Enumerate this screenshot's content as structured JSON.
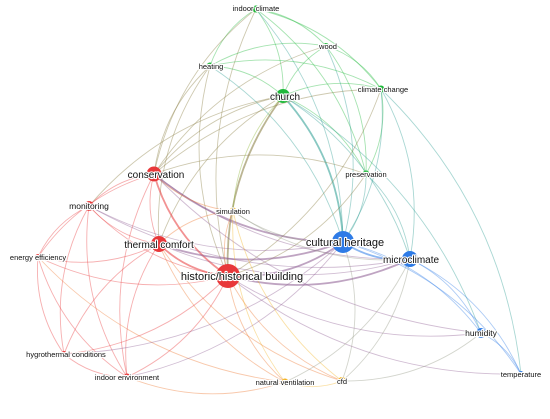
{
  "network": {
    "nodes": [
      {
        "id": "indoor-climate",
        "label": "indoor climate",
        "cluster": "green"
      },
      {
        "id": "wood",
        "label": "wood",
        "cluster": "green"
      },
      {
        "id": "heating",
        "label": "heating",
        "cluster": "green"
      },
      {
        "id": "church",
        "label": "church",
        "cluster": "green"
      },
      {
        "id": "climate-change",
        "label": "climate change",
        "cluster": "green"
      },
      {
        "id": "preservation",
        "label": "preservation",
        "cluster": "green"
      },
      {
        "id": "conservation",
        "label": "conservation",
        "cluster": "red"
      },
      {
        "id": "monitoring",
        "label": "monitoring",
        "cluster": "red"
      },
      {
        "id": "energy-efficiency",
        "label": "energy efficiency",
        "cluster": "red"
      },
      {
        "id": "thermal-comfort",
        "label": "thermal comfort",
        "cluster": "red"
      },
      {
        "id": "historic-building",
        "label": "historic/historical building",
        "cluster": "red"
      },
      {
        "id": "hygrothermal-conditions",
        "label": "hygrothermal conditions",
        "cluster": "red"
      },
      {
        "id": "indoor-environment",
        "label": "indoor environment",
        "cluster": "red"
      },
      {
        "id": "simulation",
        "label": "simulation",
        "cluster": "yellow"
      },
      {
        "id": "natural-ventilation",
        "label": "natural ventilation",
        "cluster": "yellow"
      },
      {
        "id": "cfd",
        "label": "cfd",
        "cluster": "yellow"
      },
      {
        "id": "cultural-heritage",
        "label": "cultural heritage",
        "cluster": "blue"
      },
      {
        "id": "microclimate",
        "label": "microclimate",
        "cluster": "blue"
      },
      {
        "id": "humidity",
        "label": "humidity",
        "cluster": "blue"
      },
      {
        "id": "temperature",
        "label": "temperature",
        "cluster": "blue"
      }
    ],
    "edges": [
      [
        "indoor-climate",
        "church"
      ],
      [
        "indoor-climate",
        "heating"
      ],
      [
        "indoor-climate",
        "wood"
      ],
      [
        "indoor-climate",
        "climate-change"
      ],
      [
        "indoor-climate",
        "conservation"
      ],
      [
        "indoor-climate",
        "cultural-heritage"
      ],
      [
        "indoor-climate",
        "historic-building"
      ],
      [
        "indoor-climate",
        "preservation"
      ],
      [
        "wood",
        "church"
      ],
      [
        "wood",
        "climate-change"
      ],
      [
        "wood",
        "heating"
      ],
      [
        "wood",
        "cultural-heritage"
      ],
      [
        "wood",
        "conservation"
      ],
      [
        "wood",
        "preservation"
      ],
      [
        "heating",
        "church"
      ],
      [
        "heating",
        "conservation"
      ],
      [
        "heating",
        "thermal-comfort"
      ],
      [
        "heating",
        "historic-building"
      ],
      [
        "heating",
        "climate-change"
      ],
      [
        "heating",
        "cultural-heritage"
      ],
      [
        "church",
        "climate-change"
      ],
      [
        "church",
        "conservation"
      ],
      [
        "church",
        "preservation"
      ],
      [
        "church",
        "cultural-heritage"
      ],
      [
        "church",
        "microclimate"
      ],
      [
        "church",
        "historic-building"
      ],
      [
        "church",
        "thermal-comfort"
      ],
      [
        "church",
        "simulation"
      ],
      [
        "church",
        "humidity"
      ],
      [
        "church",
        "monitoring"
      ],
      [
        "climate-change",
        "preservation"
      ],
      [
        "climate-change",
        "cultural-heritage"
      ],
      [
        "climate-change",
        "microclimate"
      ],
      [
        "climate-change",
        "conservation"
      ],
      [
        "climate-change",
        "historic-building"
      ],
      [
        "climate-change",
        "temperature"
      ],
      [
        "preservation",
        "cultural-heritage"
      ],
      [
        "preservation",
        "microclimate"
      ],
      [
        "preservation",
        "conservation"
      ],
      [
        "preservation",
        "historic-building"
      ],
      [
        "conservation",
        "monitoring"
      ],
      [
        "conservation",
        "thermal-comfort"
      ],
      [
        "conservation",
        "historic-building"
      ],
      [
        "conservation",
        "cultural-heritage"
      ],
      [
        "conservation",
        "microclimate"
      ],
      [
        "conservation",
        "simulation"
      ],
      [
        "conservation",
        "energy-efficiency"
      ],
      [
        "conservation",
        "indoor-environment"
      ],
      [
        "conservation",
        "humidity"
      ],
      [
        "monitoring",
        "thermal-comfort"
      ],
      [
        "monitoring",
        "historic-building"
      ],
      [
        "monitoring",
        "energy-efficiency"
      ],
      [
        "monitoring",
        "indoor-environment"
      ],
      [
        "monitoring",
        "hygrothermal-conditions"
      ],
      [
        "monitoring",
        "cultural-heritage"
      ],
      [
        "monitoring",
        "microclimate"
      ],
      [
        "energy-efficiency",
        "thermal-comfort"
      ],
      [
        "energy-efficiency",
        "historic-building"
      ],
      [
        "energy-efficiency",
        "hygrothermal-conditions"
      ],
      [
        "energy-efficiency",
        "indoor-environment"
      ],
      [
        "energy-efficiency",
        "natural-ventilation"
      ],
      [
        "thermal-comfort",
        "historic-building"
      ],
      [
        "thermal-comfort",
        "cultural-heritage"
      ],
      [
        "thermal-comfort",
        "microclimate"
      ],
      [
        "thermal-comfort",
        "simulation"
      ],
      [
        "thermal-comfort",
        "indoor-environment"
      ],
      [
        "thermal-comfort",
        "hygrothermal-conditions"
      ],
      [
        "thermal-comfort",
        "natural-ventilation"
      ],
      [
        "thermal-comfort",
        "cfd"
      ],
      [
        "historic-building",
        "cultural-heritage"
      ],
      [
        "historic-building",
        "microclimate"
      ],
      [
        "historic-building",
        "simulation"
      ],
      [
        "historic-building",
        "natural-ventilation"
      ],
      [
        "historic-building",
        "cfd"
      ],
      [
        "historic-building",
        "indoor-environment"
      ],
      [
        "historic-building",
        "hygrothermal-conditions"
      ],
      [
        "historic-building",
        "humidity"
      ],
      [
        "historic-building",
        "temperature"
      ],
      [
        "hygrothermal-conditions",
        "indoor-environment"
      ],
      [
        "hygrothermal-conditions",
        "cultural-heritage"
      ],
      [
        "indoor-environment",
        "natural-ventilation"
      ],
      [
        "indoor-environment",
        "cultural-heritage"
      ],
      [
        "simulation",
        "cfd"
      ],
      [
        "simulation",
        "natural-ventilation"
      ],
      [
        "simulation",
        "cultural-heritage"
      ],
      [
        "simulation",
        "microclimate"
      ],
      [
        "natural-ventilation",
        "cfd"
      ],
      [
        "natural-ventilation",
        "microclimate"
      ],
      [
        "cfd",
        "cultural-heritage"
      ],
      [
        "cfd",
        "microclimate"
      ],
      [
        "cfd",
        "humidity"
      ],
      [
        "cultural-heritage",
        "microclimate"
      ],
      [
        "cultural-heritage",
        "humidity"
      ],
      [
        "cultural-heritage",
        "temperature"
      ],
      [
        "microclimate",
        "humidity"
      ],
      [
        "microclimate",
        "temperature"
      ],
      [
        "humidity",
        "temperature"
      ]
    ],
    "cluster_colors": {
      "green": "#1fb83a",
      "red": "#e8383a",
      "yellow": "#f2b21e",
      "blue": "#2e7be6"
    }
  }
}
